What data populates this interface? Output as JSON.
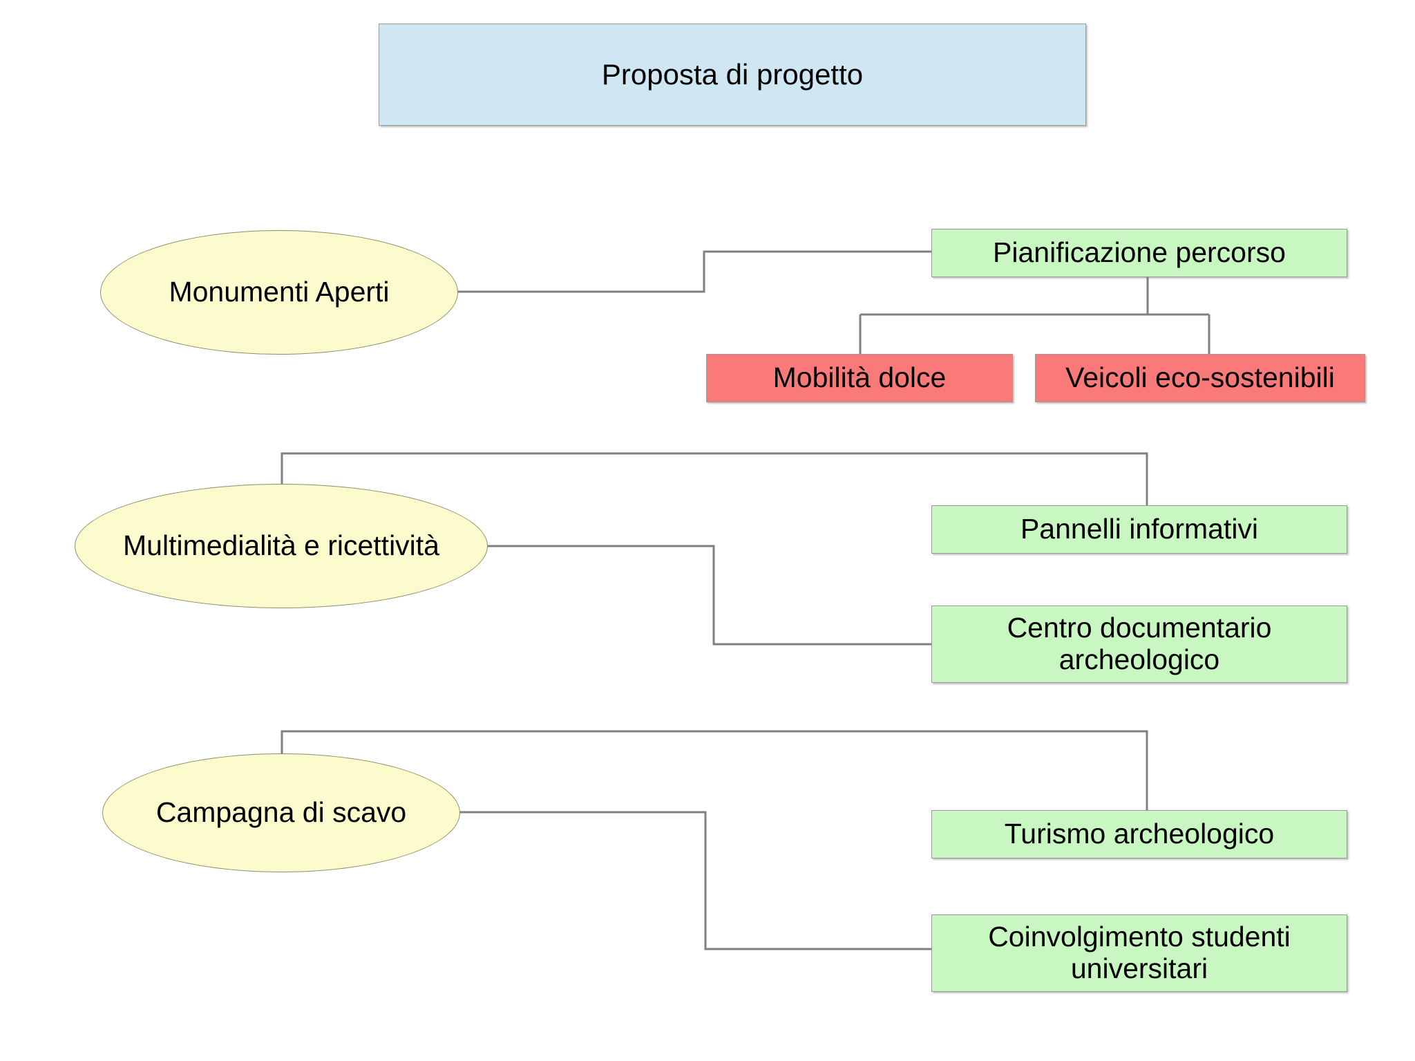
{
  "diagram": {
    "title_box": {
      "label": "Proposta di progetto",
      "color": "#cfe7f3"
    },
    "palette": {
      "title_fill": "#cfe7f3",
      "ellipse_fill": "#fbfbcd",
      "green_fill": "#c9f7c2",
      "red_fill": "#fa7a7a",
      "edge_stroke": "#808080",
      "text": "#000000",
      "background": "#ffffff"
    },
    "branches": [
      {
        "source": {
          "label": "Monumenti Aperti",
          "shape": "ellipse",
          "color": "#fbfbcd"
        },
        "primary": {
          "label": "Pianificazione percorso",
          "shape": "rect",
          "color": "#c9f7c2"
        },
        "children": [
          {
            "label": "Mobilità dolce",
            "shape": "rect",
            "color": "#fa7a7a"
          },
          {
            "label": "Veicoli eco-sostenibili",
            "shape": "rect",
            "color": "#fa7a7a"
          }
        ]
      },
      {
        "source": {
          "label": "Multimedialità e ricettività",
          "shape": "ellipse",
          "color": "#fbfbcd"
        },
        "primary": {
          "label": "Pannelli informativi",
          "shape": "rect",
          "color": "#c9f7c2"
        },
        "children": [
          {
            "label": "Centro documentario\narcheologico",
            "shape": "rect",
            "color": "#c9f7c2"
          }
        ]
      },
      {
        "source": {
          "label": "Campagna di scavo",
          "shape": "ellipse",
          "color": "#fbfbcd"
        },
        "primary": {
          "label": "Turismo archeologico",
          "shape": "rect",
          "color": "#c9f7c2"
        },
        "children": [
          {
            "label": "Coinvolgimento studenti\nuniversitari",
            "shape": "rect",
            "color": "#c9f7c2"
          }
        ]
      }
    ]
  }
}
